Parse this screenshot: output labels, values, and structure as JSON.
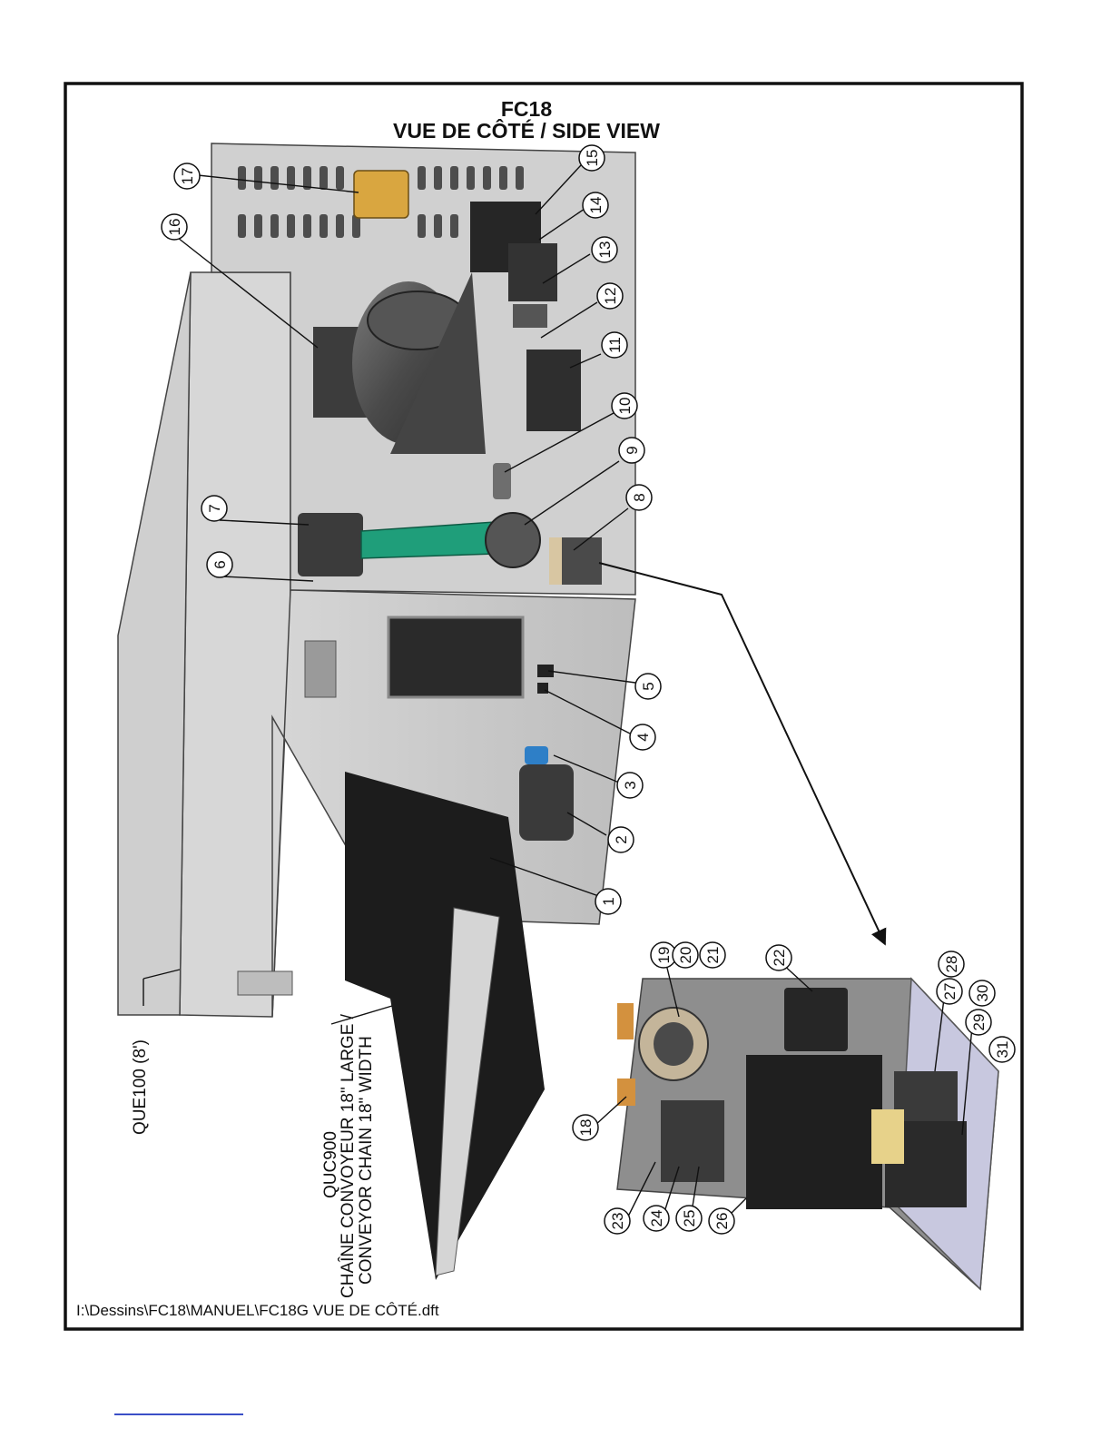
{
  "title": {
    "line1": "FC18",
    "line2": "VUE DE CÔTÉ / SIDE VIEW"
  },
  "balloons": [
    "1",
    "2",
    "3",
    "4",
    "5",
    "6",
    "7",
    "8",
    "9",
    "10",
    "11",
    "12",
    "13",
    "14",
    "15",
    "16",
    "17",
    "18",
    "19",
    "20",
    "21",
    "22",
    "23",
    "24",
    "25",
    "26",
    "27",
    "28",
    "29",
    "30",
    "31"
  ],
  "labels": {
    "que100": "QUE100 (8')",
    "quc900_line1": "QUC900",
    "quc900_line2": "CHAÎNE CONVOYEUR 18\" LARGE /",
    "quc900_line3": "CONVEYOR CHAIN 18\" WIDTH"
  },
  "file_path": "I:\\Dessins\\FC18\\MANUEL\\FC18G VUE DE CÔTÉ.dft",
  "colors": {
    "frame": "#111111",
    "panel": "#c9c9c9",
    "panel_dark": "#8e8e8e",
    "motor": "#4a4a4a",
    "belt": "#1f9e7a",
    "brass": "#d9a640",
    "accent_blue": "#2e7fc7",
    "link_rule": "#3a4fc7"
  },
  "icons": {
    "balloon": "callout-circle-icon",
    "leader_arrow": "leader-arrow-icon"
  }
}
